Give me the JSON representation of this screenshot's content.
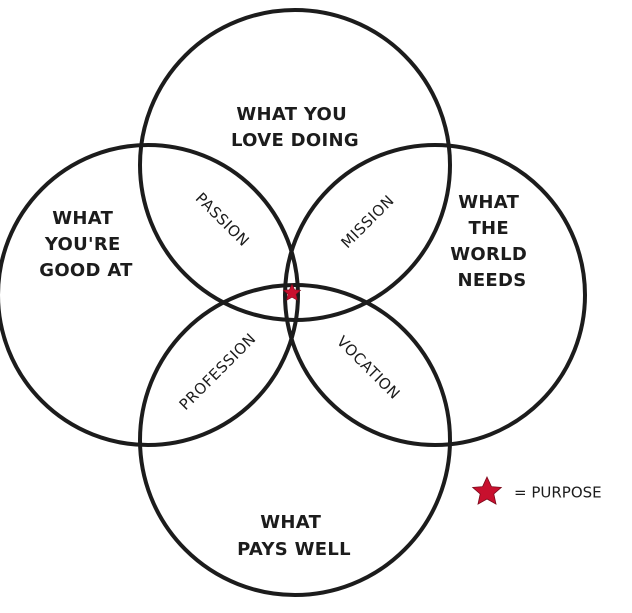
{
  "circles": {
    "top": {
      "label_lines": [
        "WHAT YOU",
        "LOVE DOING"
      ]
    },
    "left": {
      "label_lines": [
        "WHAT",
        "YOU'RE",
        "GOOD AT"
      ]
    },
    "right": {
      "label_lines": [
        "WHAT",
        "THE",
        "WORLD",
        "NEEDS"
      ]
    },
    "bottom": {
      "label_lines": [
        "WHAT",
        "PAYS WELL"
      ]
    }
  },
  "overlaps": {
    "top_left": "PASSION",
    "top_right": "MISSION",
    "left_bottom": "PROFESSION",
    "right_bottom": "VOCATION"
  },
  "legend": {
    "symbol": "star-icon",
    "text": "= PURPOSE"
  },
  "colors": {
    "stroke": "#1c1c1c",
    "star": "#c8102e"
  }
}
